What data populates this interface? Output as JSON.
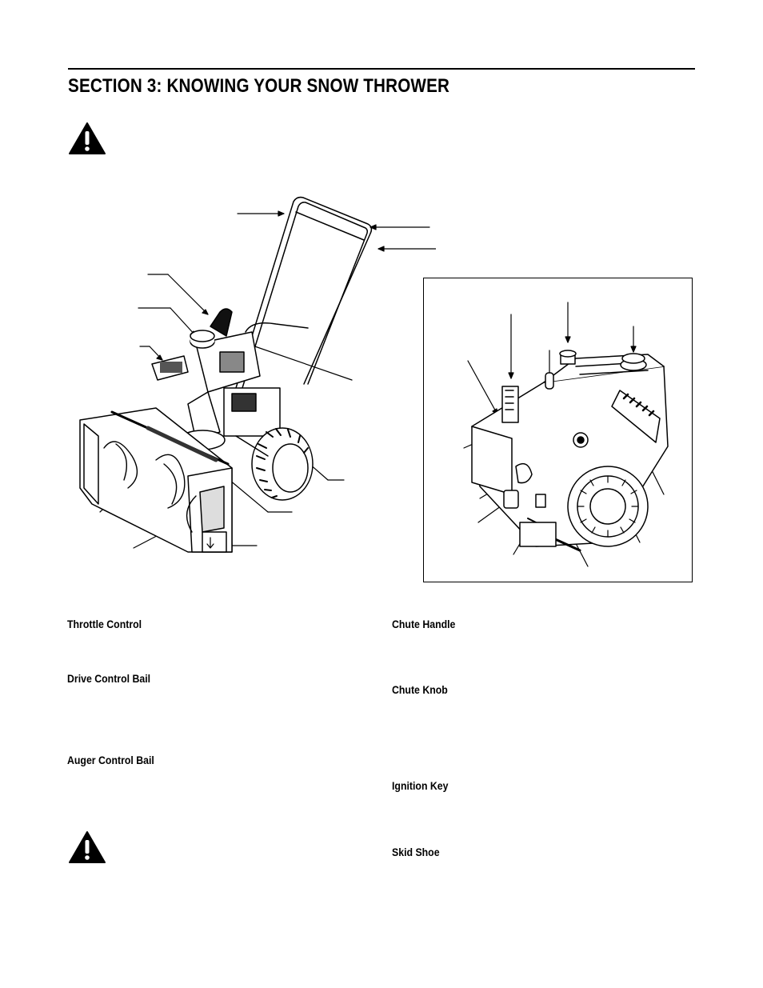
{
  "page": {
    "title": "SECTION 3:  KNOWING YOUR SNOW THROWER"
  },
  "icons": {
    "warning_top": "warning-triangle-icon",
    "warning_bottom": "warning-triangle-icon"
  },
  "figures": {
    "main": "snow-thrower-illustration",
    "inset": "engine-controls-inset"
  },
  "terms": {
    "left": [
      "Throttle Control",
      "Drive Control Bail",
      "Auger Control Bail"
    ],
    "right": [
      "Chute Handle",
      "Chute Knob",
      "Ignition Key",
      "Skid Shoe"
    ]
  }
}
